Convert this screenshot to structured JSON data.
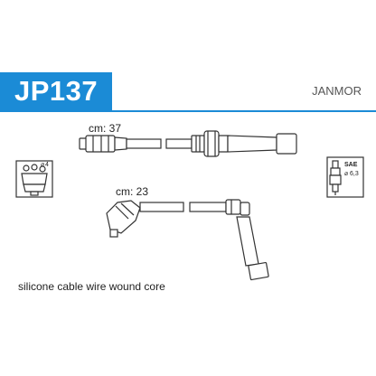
{
  "header": {
    "code": "JP137",
    "brand": "JANMOR",
    "accent_color": "#1b8bd6"
  },
  "cables": [
    {
      "label": "cm: 37"
    },
    {
      "label": "cm: 23"
    }
  ],
  "icons": {
    "distributor": {
      "name": "distributor-cap-icon",
      "count_label": "4"
    },
    "spark_plug": {
      "name": "spark-plug-icon",
      "standard_label": "SAE",
      "size_label": "6,3"
    }
  },
  "footer": {
    "description": "silicone cable wire wound core"
  }
}
